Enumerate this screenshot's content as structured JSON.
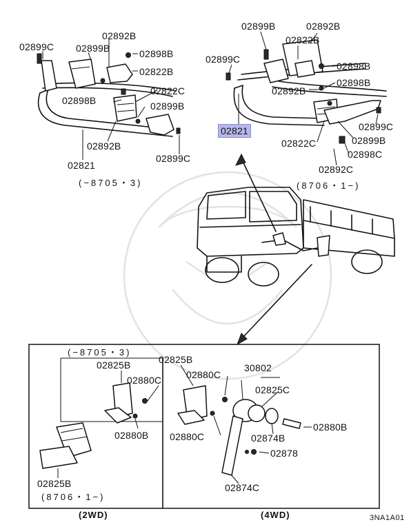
{
  "top_left_callouts": {
    "p1": "02899C",
    "p2": "02892B",
    "p3": "02899B",
    "p4": "02898B",
    "p5": "02822B",
    "p6": "02822C",
    "p7": "02898B",
    "p8": "02899B",
    "p9": "02892B",
    "p10": "02821",
    "p11": "02899C"
  },
  "top_left_caption": "(−8705・3)",
  "top_right_callouts": {
    "p1": "02899B",
    "p2": "02892B",
    "p3": "02822B",
    "p4": "02899C",
    "p5": "02898B",
    "p6": "02892B",
    "p7": "02898B",
    "p8": "02821",
    "p9": "02899C",
    "p10": "02822C",
    "p11": "02899B",
    "p12": "02898C",
    "p13": "02892C"
  },
  "top_right_caption": "(8706・1−)",
  "bottom_callouts": {
    "period_label": "(−8705・3)",
    "p1": "02825B",
    "p2": "02825B",
    "p3": "02880C",
    "p4": "02880C",
    "p5": "30802",
    "p6": "02825C",
    "p7": "02880B",
    "p8": "02880C",
    "p9": "02874B",
    "p10": "02880B",
    "p11": "02878",
    "p12": "02874C",
    "p13": "02825B",
    "period_label_2": "(8706・1−)"
  },
  "footer": {
    "left": "(2WD)",
    "right": "(4WD)",
    "code": "3NA1A01"
  },
  "colors": {
    "highlight": "#b7b8e8",
    "line": "#111111",
    "watermark": "#e2e2e2"
  }
}
